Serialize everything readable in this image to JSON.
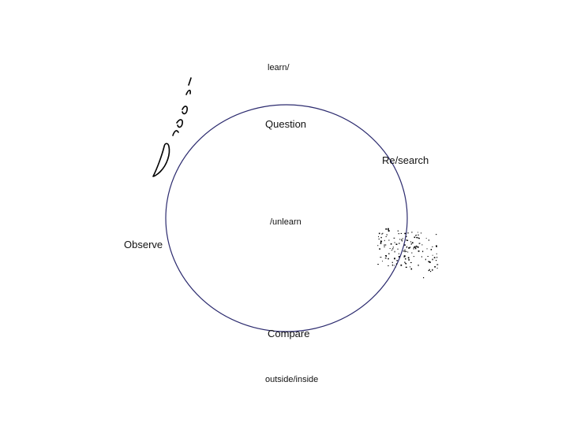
{
  "diagram": {
    "top_label": "learn/",
    "center_label": "/unlearn",
    "bottom_label": "outside/inside",
    "nodes": {
      "question": "Question",
      "research": "Re/search",
      "observe": "Observe",
      "compare": "Compare"
    }
  },
  "colors": {
    "circle_stroke": "#2b2a6e",
    "text": "#111111",
    "scribble": "#000000"
  }
}
